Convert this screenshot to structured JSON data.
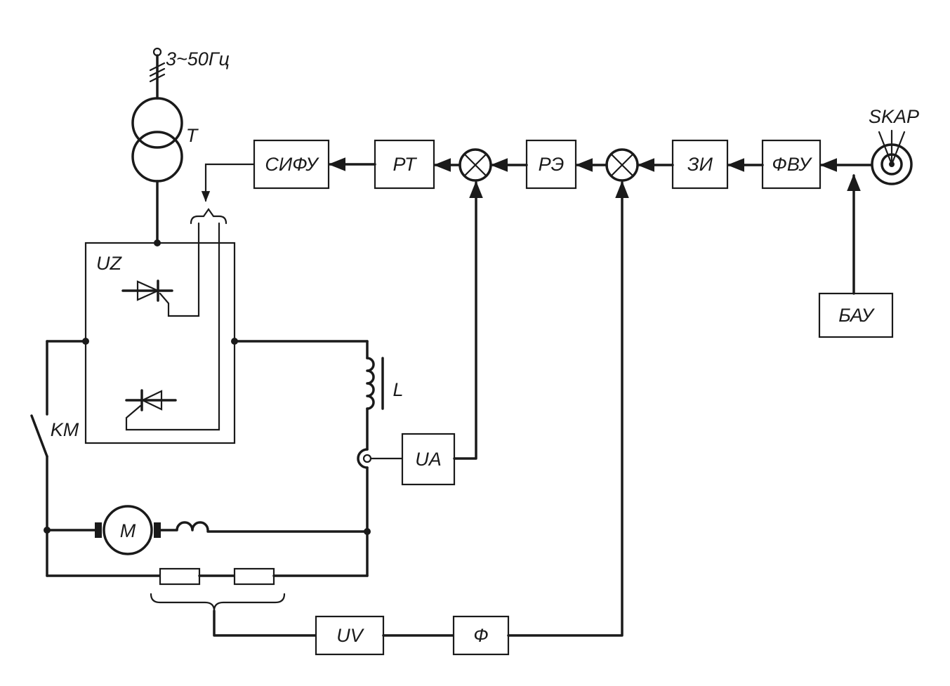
{
  "supply": {
    "label": "3~50Гц"
  },
  "transformer": {
    "label": "T"
  },
  "converter": {
    "label": "UZ"
  },
  "contactor": {
    "label": "KM"
  },
  "choke": {
    "label": "L"
  },
  "motor": {
    "label": "M"
  },
  "blocks": {
    "sifu": "СИФУ",
    "rt": "РТ",
    "re": "РЭ",
    "zi": "ЗИ",
    "fvu": "ФВУ",
    "bau": "БАУ",
    "ua": "UA",
    "uv": "UV",
    "f": "Ф"
  },
  "selector": {
    "label": "SKAP"
  }
}
